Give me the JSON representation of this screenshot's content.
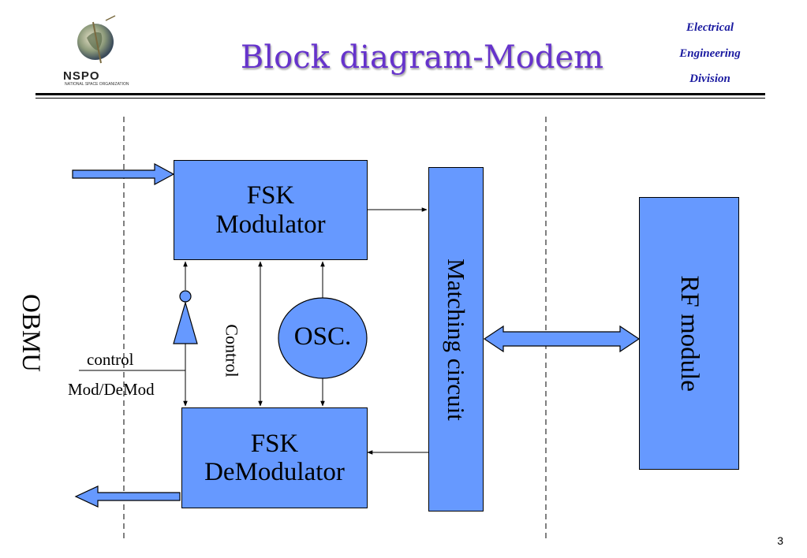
{
  "header": {
    "title": "Block diagram-Modem",
    "logo_text": "NSPO",
    "logo_subtext": "NATIONAL SPACE ORGANIZATION",
    "department_lines": [
      "Electrical",
      "Engineering",
      "Division"
    ]
  },
  "diagram": {
    "left_side_label": "OBMU",
    "fsk_modulator": [
      "FSK",
      "Modulator"
    ],
    "fsk_demodulator": [
      "FSK",
      "DeModulator"
    ],
    "oscillator": "OSC.",
    "matching_circuit": "Matching circuit",
    "rf_module": "RF module",
    "control_vertical": "Control",
    "control_label": "control",
    "mod_demod_label": "Mod/DeMod"
  },
  "footer": {
    "page_number": "3"
  },
  "colors": {
    "block_fill": "#6699ff",
    "title_color": "#6633cc",
    "department_color": "#1a1aa0"
  },
  "icons": [
    "nspo-globe-logo-icon",
    "inverter-triangle-icon"
  ]
}
